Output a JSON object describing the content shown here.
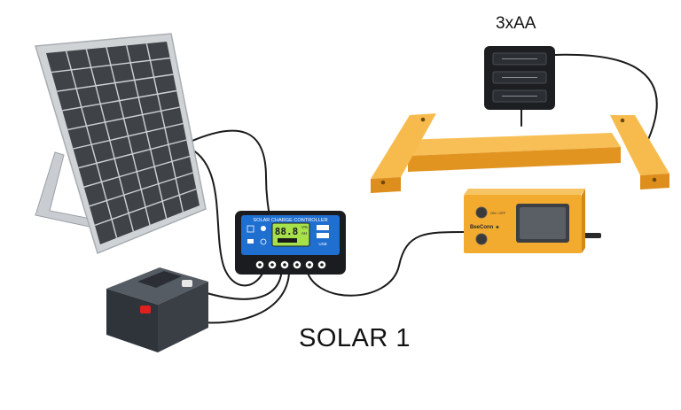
{
  "labels": {
    "system_title": "SOLAR 1",
    "battery_pack": "3xAA"
  },
  "controller": {
    "header": "SOLAR CHARGE CONTROLLER",
    "reading": "88.8",
    "unit_top": "V%",
    "unit_bottom": "AH",
    "usb_label": "USB"
  },
  "device": {
    "brand": "BeeConn",
    "switch_label": "ON / OFF"
  },
  "colors": {
    "panel_frame": "#cfd3d6",
    "panel_cell": "#3f4347",
    "controller_blue": "#1f6fd0",
    "lcd_green": "#a6e04a",
    "battery_body": "#3a3f46",
    "terminal_red": "#e02020",
    "stand_orange": "#f4a832",
    "device_orange": "#f2ab2e"
  }
}
